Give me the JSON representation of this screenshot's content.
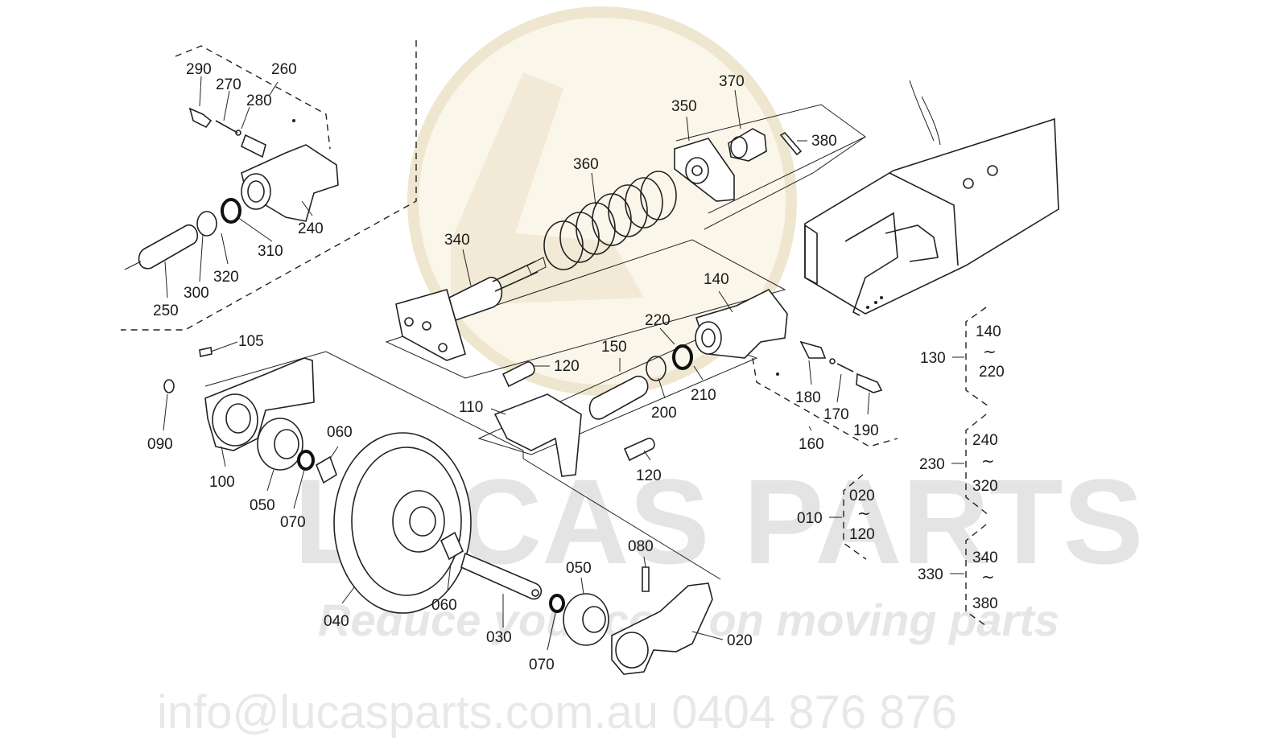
{
  "watermark": {
    "brand": "LUCAS PARTS",
    "tagline": "Reduce your cost on moving parts",
    "contact": "info@lucasparts.com.au  0404 876 876"
  },
  "callouts": {
    "c290": "290",
    "c270": "270",
    "c280": "280",
    "c260": "260",
    "c240": "240",
    "c310": "310",
    "c320": "320",
    "c300": "300",
    "c250": "250",
    "c340": "340",
    "c360": "360",
    "c350": "350",
    "c370": "370",
    "c380": "380",
    "c140": "140",
    "c220": "220",
    "c150": "150",
    "c120a": "120",
    "c110": "110",
    "c200": "200",
    "c210": "210",
    "c120b": "120",
    "c180": "180",
    "c170": "170",
    "c190": "190",
    "c160": "160",
    "c105": "105",
    "c090": "090",
    "c100": "100",
    "c050a": "050",
    "c070a": "070",
    "c060a": "060",
    "c040": "040",
    "c060b": "060",
    "c030": "030",
    "c080": "080",
    "c050b": "050",
    "c070b": "070",
    "c020": "020"
  },
  "groups": [
    {
      "id": "130",
      "from": "140",
      "to": "220"
    },
    {
      "id": "230",
      "from": "240",
      "to": "320"
    },
    {
      "id": "010",
      "from": "020",
      "to": "120"
    },
    {
      "id": "330",
      "from": "340",
      "to": "380"
    }
  ],
  "tilde": "~"
}
